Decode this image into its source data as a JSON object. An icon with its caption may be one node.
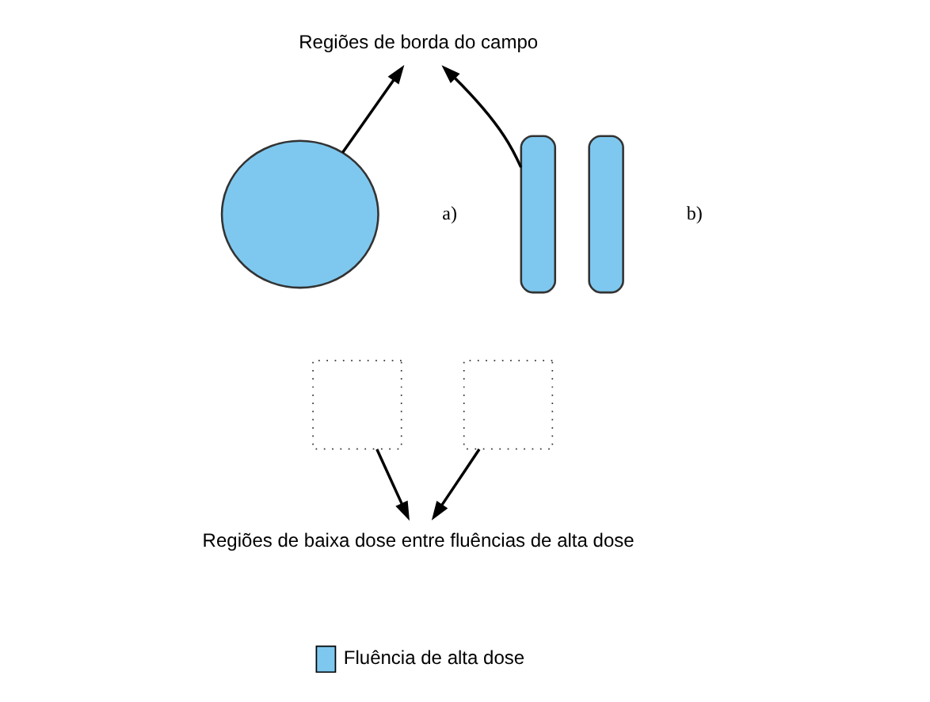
{
  "diagram": {
    "nodes": [
      {
        "text": [
          "Regiões de borda do campo"
        ]
      },
      {
        "text": [],
        "shape": "horseshoe"
      },
      {
        "text": [],
        "shape": "bar"
      },
      {
        "text": [],
        "shape": "bar"
      },
      {
        "text": [],
        "shape": "box"
      },
      {
        "text": [],
        "shape": "box"
      },
      {
        "text": [
          "Regiões de baixa dose entre fluências de alta dose"
        ]
      }
    ],
    "edges": [
      {
        "from": 1,
        "to": 0,
        "arrow": "to"
      },
      {
        "from": 2,
        "to": 0,
        "arrow": "to"
      },
      {
        "from": 4,
        "to": 6,
        "arrow": "to"
      },
      {
        "from": 5,
        "to": 6,
        "arrow": "to"
      }
    ],
    "labels": [
      "a)",
      "b)"
    ],
    "legend": [
      {
        "text": "Fluência de alta dose",
        "color": "#7ec8ef"
      }
    ]
  }
}
